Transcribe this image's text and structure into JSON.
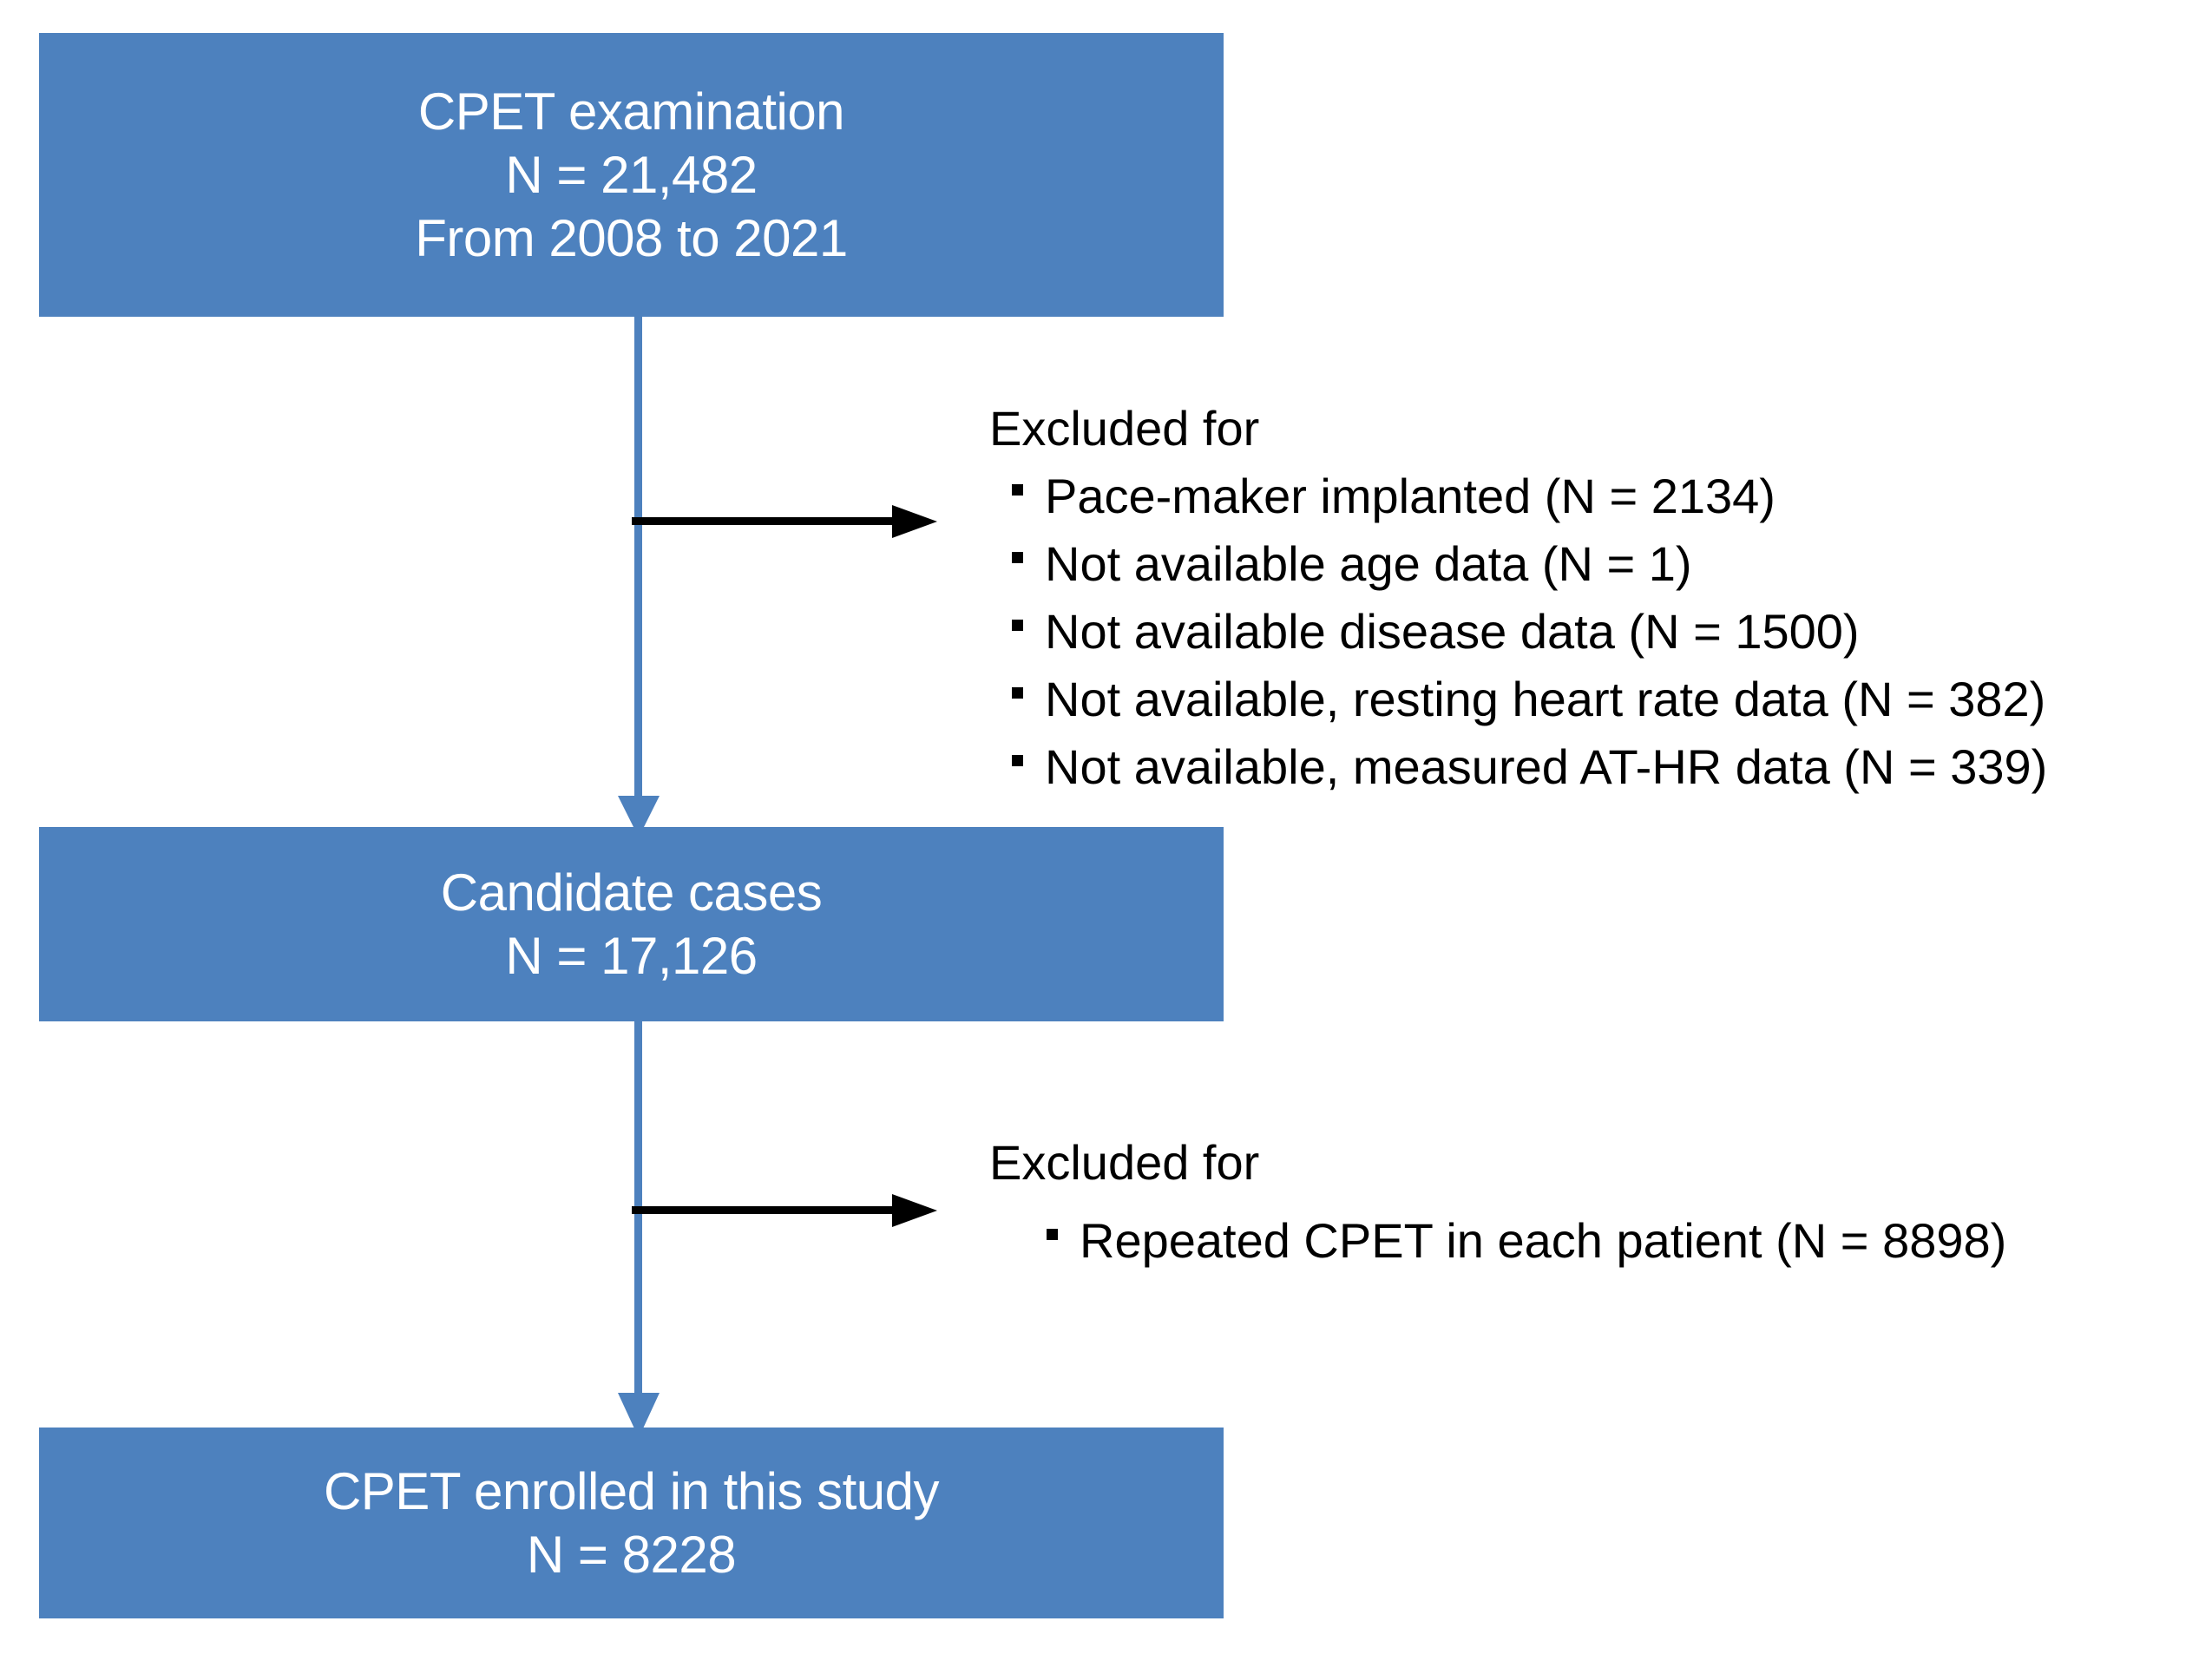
{
  "figure": {
    "type": "flowchart",
    "orientation": "vertical",
    "colors": {
      "box_fill": "#4d81be",
      "box_text": "#ffffff",
      "arrow_vertical": "#4d81be",
      "arrow_horizontal": "#000000",
      "background": "#ffffff",
      "exclusion_text": "#000000"
    }
  },
  "nodes": {
    "start": {
      "id": "cpet-examination",
      "lines": [
        "CPET examination",
        "N = 21,482",
        "From 2008 to 2021"
      ],
      "label": "CPET examination",
      "count": "N = 21,482",
      "period": "From 2008 to 2021",
      "n": 21482
    },
    "middle": {
      "id": "candidate-cases",
      "lines": [
        "Candidate cases",
        "N = 17,126"
      ],
      "label": "Candidate cases",
      "count": "N = 17,126",
      "n": 17126
    },
    "end": {
      "id": "cpet-enrolled",
      "lines": [
        "CPET enrolled in this study",
        "N = 8228"
      ],
      "label": "CPET enrolled in this study",
      "count": "N = 8228",
      "n": 8228
    }
  },
  "exclusions": [
    {
      "title": "Excluded for",
      "items": [
        {
          "text": "Pace-maker implanted  (N = 2134)",
          "reason": "Pace-maker implanted",
          "n": 2134
        },
        {
          "text": "Not available  age data (N = 1)",
          "reason": "Not available age data",
          "n": 1
        },
        {
          "text": "Not available  disease data  (N = 1500)",
          "reason": "Not available disease data",
          "n": 1500
        },
        {
          "text": "Not available,  resting heart rate data (N = 382)",
          "reason": "Not available, resting heart rate data",
          "n": 382
        },
        {
          "text": "Not available,  measured AT-HR data  (N = 339)",
          "reason": "Not available, measured AT-HR data",
          "n": 339
        }
      ]
    },
    {
      "title": "Excluded for",
      "items": [
        {
          "text": "Repeated  CPET in each patient  (N = 8898)",
          "reason": "Repeated CPET in each patient",
          "n": 8898
        }
      ]
    }
  ]
}
